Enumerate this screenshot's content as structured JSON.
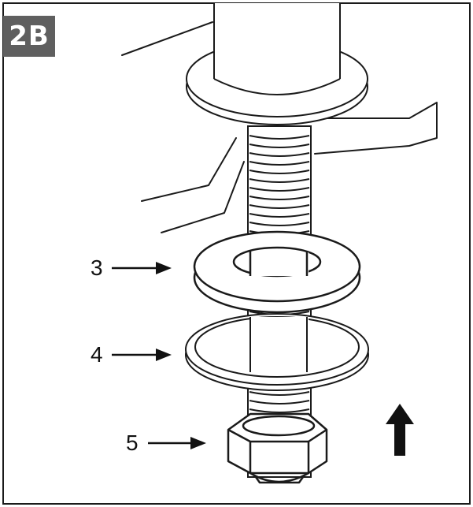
{
  "step_label": "2B",
  "callouts": [
    {
      "number": "3",
      "part": "washer"
    },
    {
      "number": "4",
      "part": "rubber-washer"
    },
    {
      "number": "5",
      "part": "hex-nut"
    }
  ],
  "direction_indicator": "up-arrow-icon",
  "colors": {
    "line": "#1a1a1a",
    "badge": "#5f5f5f",
    "background": "#ffffff"
  }
}
